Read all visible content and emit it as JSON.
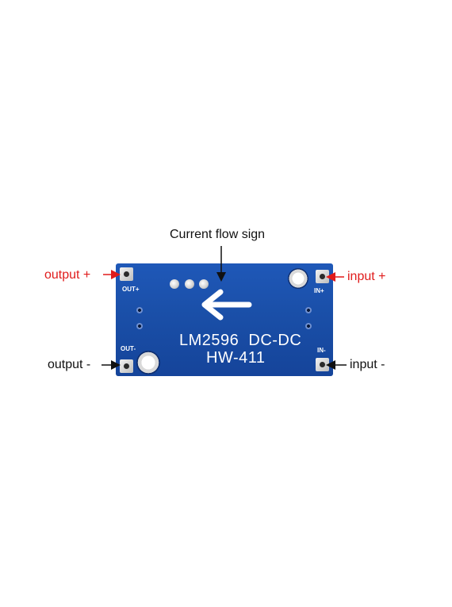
{
  "annotations": {
    "current_flow": "Current flow sign",
    "output_plus": "output +",
    "output_minus": "output -",
    "input_plus": "input +",
    "input_minus": "input -"
  },
  "board": {
    "title": "LM2596  DC-DC",
    "model": "HW-411",
    "out_plus": "OUT+",
    "out_minus": "OUT-",
    "in_plus": "IN+",
    "in_minus": "IN-"
  },
  "colors": {
    "pcb": "#1a4fa8",
    "positive_label": "#e01b1b",
    "negative_label": "#111111"
  },
  "icons": {
    "flow_arrow": "left-arrow-icon"
  }
}
